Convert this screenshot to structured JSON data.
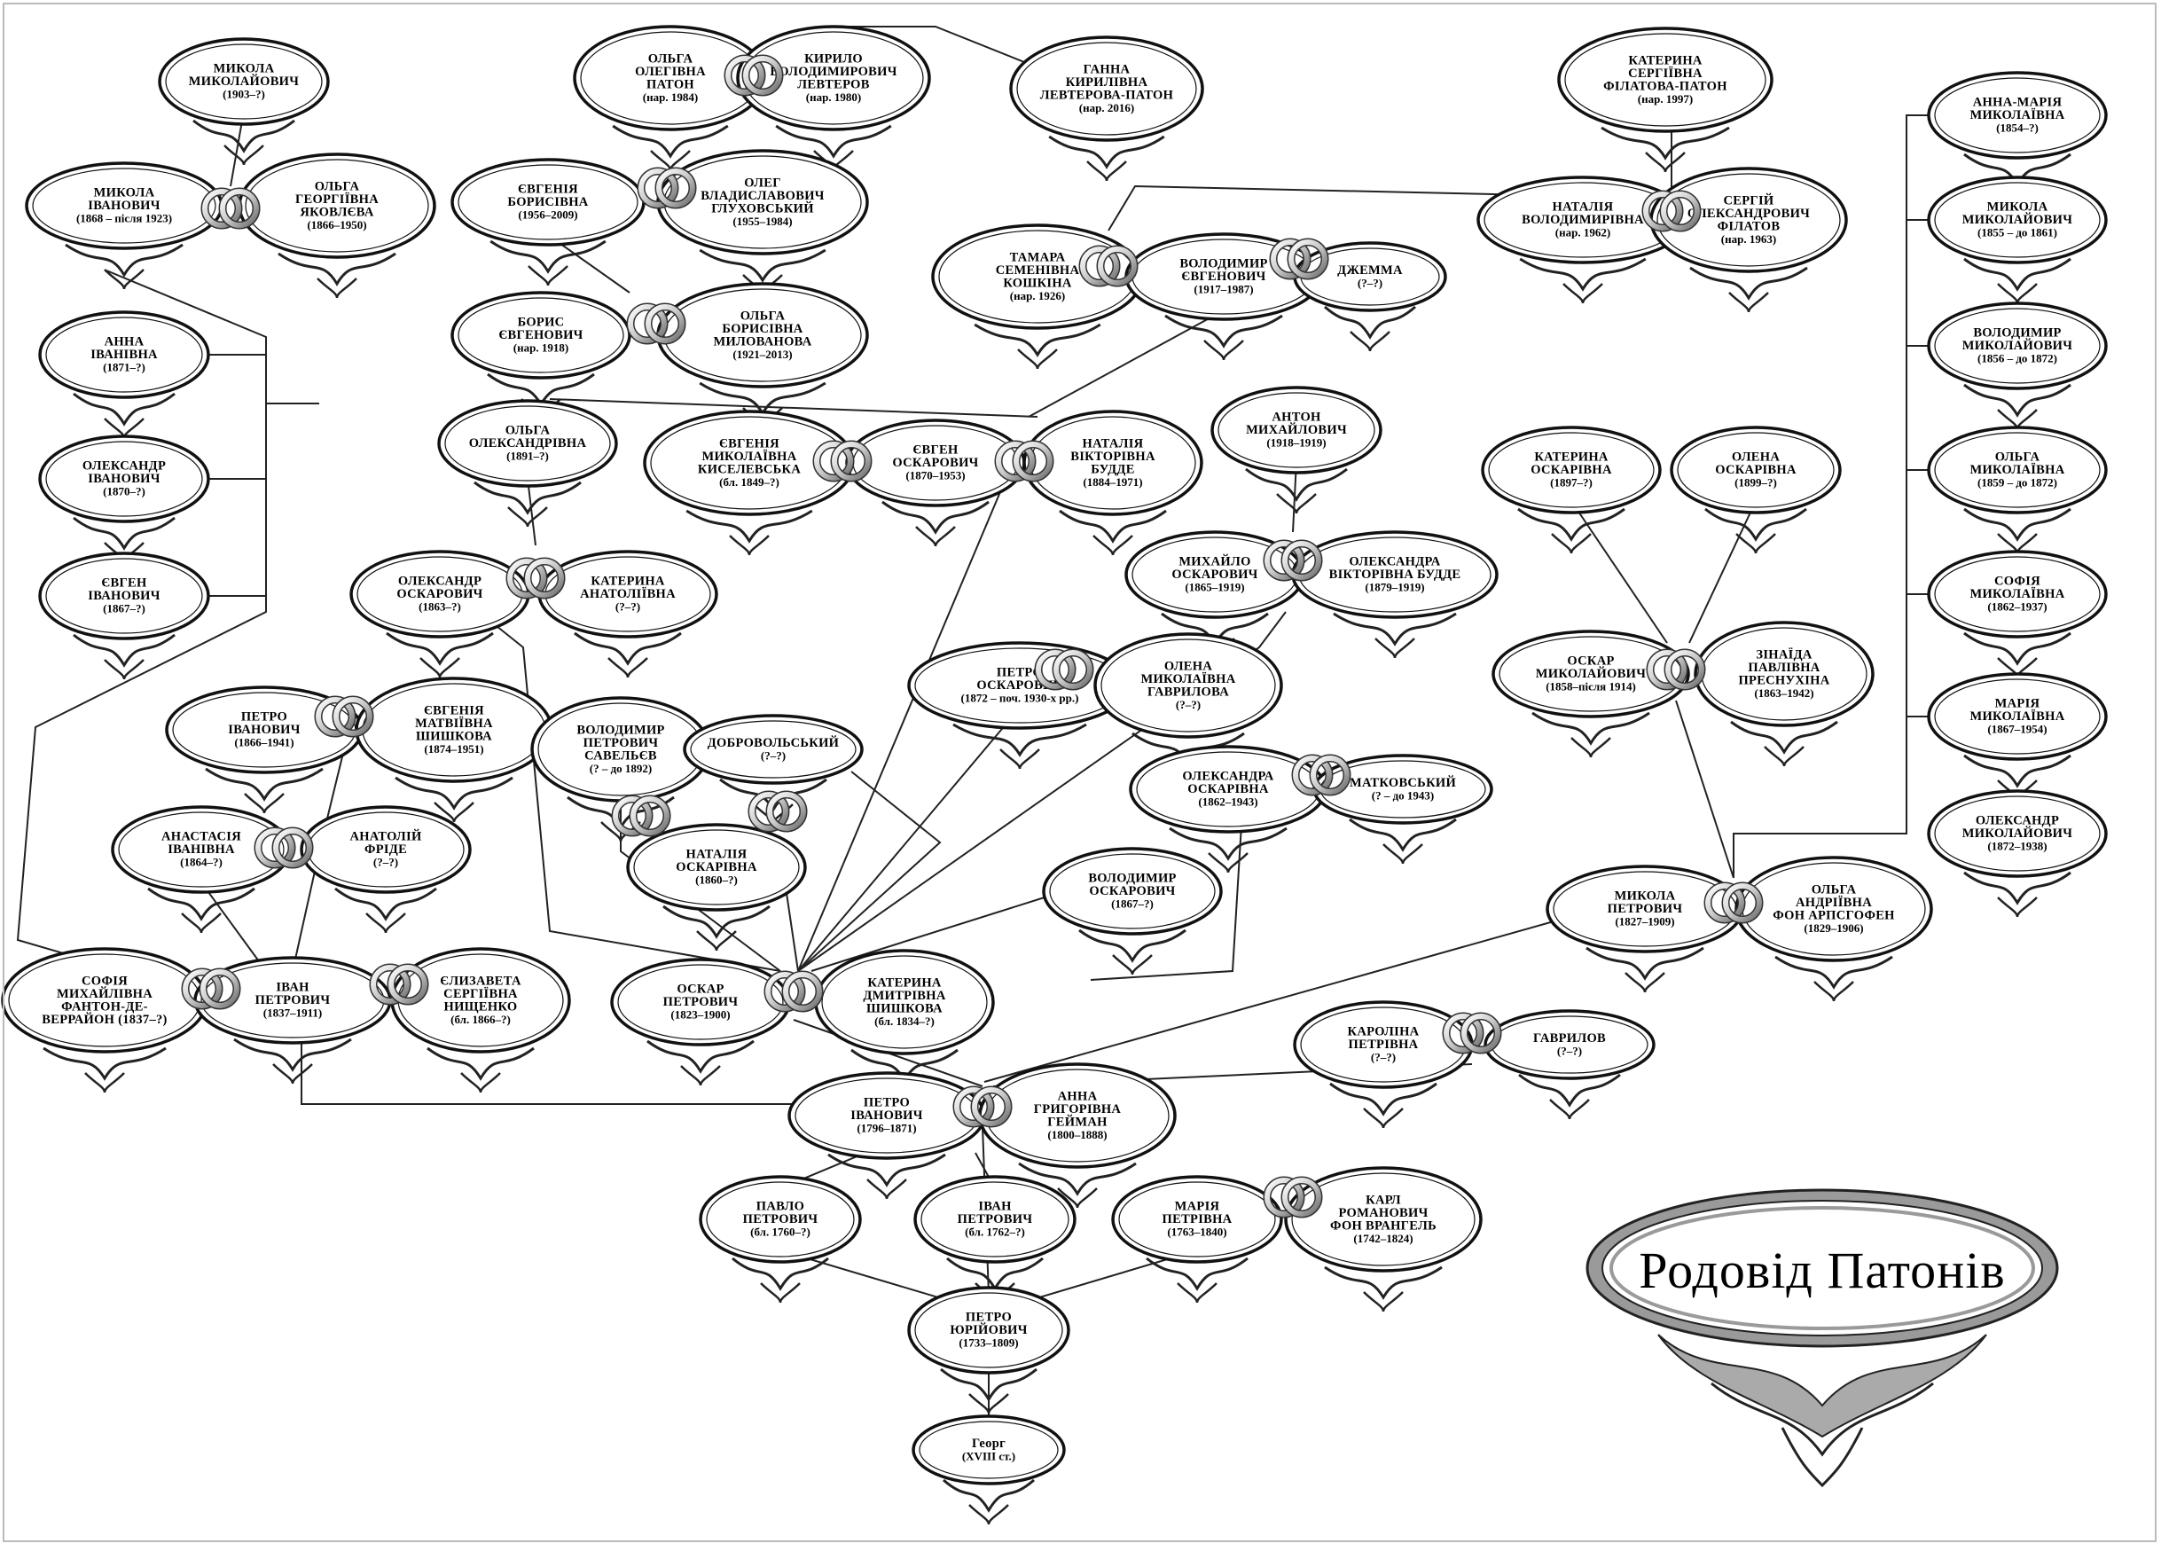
{
  "title": "Родовід Патонів",
  "people": [
    {
      "id": "p01",
      "lines": [
        "МИКОЛА",
        "МИКОЛАЙОВИЧ",
        "(1903–?)"
      ]
    },
    {
      "id": "p02",
      "lines": [
        "МИКОЛА",
        "ІВАНОВИЧ",
        "(1868 – після 1923)"
      ]
    },
    {
      "id": "p03",
      "lines": [
        "ОЛЬГА",
        "ГЕОРГІЇВНА",
        "ЯКОВЛЄВА",
        "(1866–1950)"
      ]
    },
    {
      "id": "p04",
      "lines": [
        "АННА",
        "ІВАНІВНА",
        "(1871–?)"
      ]
    },
    {
      "id": "p05",
      "lines": [
        "ОЛЕКСАНДР",
        "ІВАНОВИЧ",
        "(1870–?)"
      ]
    },
    {
      "id": "p06",
      "lines": [
        "ЄВГЕН",
        "ІВАНОВИЧ",
        "(1867–?)"
      ]
    },
    {
      "id": "p07",
      "lines": [
        "ОЛЬГА",
        "ОЛЕГІВНА",
        "ПАТОН",
        "(нар. 1984)"
      ]
    },
    {
      "id": "p08",
      "lines": [
        "КИРИЛО",
        "ВОЛОДИМИРОВИЧ",
        "ЛЕВТЕРОВ",
        "(нар. 1980)"
      ]
    },
    {
      "id": "p09",
      "lines": [
        "ГАННА",
        "КИРИЛІВНА",
        "ЛЕВТЕРОВА-ПАТОН",
        "(нар. 2016)"
      ]
    },
    {
      "id": "p10",
      "lines": [
        "ЄВГЕНІЯ",
        "БОРИСІВНА",
        "(1956–2009)"
      ]
    },
    {
      "id": "p11",
      "lines": [
        "ОЛЕГ",
        "ВЛАДИСЛАВОВИЧ",
        "ГЛУХОВСЬКИЙ",
        "(1955–1984)"
      ]
    },
    {
      "id": "p12",
      "lines": [
        "БОРИС",
        "ЄВГЕНОВИЧ",
        "(нар. 1918)"
      ]
    },
    {
      "id": "p13",
      "lines": [
        "ОЛЬГА",
        "БОРИСІВНА",
        "МИЛОВАНОВА",
        "(1921–2013)"
      ]
    },
    {
      "id": "p14",
      "lines": [
        "ТАМАРА",
        "СЕМЕНІВНА",
        "КОШКІНА",
        "(нар. 1926)"
      ]
    },
    {
      "id": "p15",
      "lines": [
        "ВОЛОДИМИР",
        "ЄВГЕНОВИЧ",
        "(1917–1987)"
      ]
    },
    {
      "id": "p16",
      "lines": [
        "ДЖЕММА",
        "(?–?)"
      ]
    },
    {
      "id": "p17",
      "lines": [
        "КАТЕРИНА",
        "СЕРГІЇВНА",
        "ФІЛАТОВА-ПАТОН",
        "(нар. 1997)"
      ]
    },
    {
      "id": "p18",
      "lines": [
        "НАТАЛІЯ",
        "ВОЛОДИМИРІВНА",
        "(нар. 1962)"
      ]
    },
    {
      "id": "p19",
      "lines": [
        "СЕРГІЙ",
        "ОЛЕКСАНДРОВИЧ",
        "ФІЛАТОВ",
        "(нар. 1963)"
      ]
    },
    {
      "id": "p20",
      "lines": [
        "АННА-МАРІЯ",
        "МИКОЛАЇВНА",
        "(1854–?)"
      ]
    },
    {
      "id": "p21",
      "lines": [
        "МИКОЛА",
        "МИКОЛАЙОВИЧ",
        "(1855 – до 1861)"
      ]
    },
    {
      "id": "p22",
      "lines": [
        "ВОЛОДИМИР",
        "МИКОЛАЙОВИЧ",
        "(1856 – до 1872)"
      ]
    },
    {
      "id": "p23",
      "lines": [
        "ОЛЬГА",
        "МИКОЛАЇВНА",
        "(1859 – до 1872)"
      ]
    },
    {
      "id": "p24",
      "lines": [
        "СОФІЯ",
        "МИКОЛАЇВНА",
        "(1862–1937)"
      ]
    },
    {
      "id": "p25",
      "lines": [
        "МАРІЯ",
        "МИКОЛАЇВНА",
        "(1867–1954)"
      ]
    },
    {
      "id": "p26",
      "lines": [
        "ОЛЕКСАНДР",
        "МИКОЛАЙОВИЧ",
        "(1872–1938)"
      ]
    },
    {
      "id": "p27",
      "lines": [
        "ОЛЬГА",
        "ОЛЕКСАНДРІВНА",
        "(1891–?)"
      ]
    },
    {
      "id": "p28",
      "lines": [
        "ЄВГЕНІЯ",
        "МИКОЛАЇВНА",
        "КИСЕЛЕВСЬКА",
        "(бл. 1849–?)"
      ]
    },
    {
      "id": "p29",
      "lines": [
        "ЄВГЕН",
        "ОСКАРОВИЧ",
        "(1870–1953)"
      ]
    },
    {
      "id": "p30",
      "lines": [
        "НАТАЛІЯ",
        "ВІКТОРІВНА",
        "БУДДЕ",
        "(1884–1971)"
      ]
    },
    {
      "id": "p31",
      "lines": [
        "АНТОН",
        "МИХАЙЛОВИЧ",
        "(1918–1919)"
      ]
    },
    {
      "id": "p32",
      "lines": [
        "КАТЕРИНА",
        "ОСКАРІВНА",
        "(1897–?)"
      ]
    },
    {
      "id": "p33",
      "lines": [
        "ОЛЕНА",
        "ОСКАРІВНА",
        "(1899–?)"
      ]
    },
    {
      "id": "p34",
      "lines": [
        "ОЛЕКСАНДР",
        "ОСКАРОВИЧ",
        "(1863–?)"
      ]
    },
    {
      "id": "p35",
      "lines": [
        "КАТЕРИНА",
        "АНАТОЛІЇВНА",
        "(?–?)"
      ]
    },
    {
      "id": "p36",
      "lines": [
        "МИХАЙЛО",
        "ОСКАРОВИЧ",
        "(1865–1919)"
      ]
    },
    {
      "id": "p37",
      "lines": [
        "ОЛЕКСАНДРА",
        "ВІКТОРІВНА БУДДЕ",
        "(1879–1919)"
      ]
    },
    {
      "id": "p38",
      "lines": [
        "ПЕТРО",
        "ОСКАРОВИЧ",
        "(1872 – поч. 1930-х рр.)"
      ]
    },
    {
      "id": "p39",
      "lines": [
        "ОЛЕНА",
        "МИКОЛАЇВНА",
        "ГАВРИЛОВА",
        "(?–?)"
      ]
    },
    {
      "id": "p40",
      "lines": [
        "ОСКАР",
        "МИКОЛАЙОВИЧ",
        "(1858–після 1914)"
      ]
    },
    {
      "id": "p41",
      "lines": [
        "ЗІНАЇДА",
        "ПАВЛІВНА",
        "ПРЕСНУХІНА",
        "(1863–1942)"
      ]
    },
    {
      "id": "p42",
      "lines": [
        "ПЕТРО",
        "ІВАНОВИЧ",
        "(1866–1941)"
      ]
    },
    {
      "id": "p43",
      "lines": [
        "ЄВГЕНІЯ",
        "МАТВІЇВНА",
        "ШИШКОВА",
        "(1874–1951)"
      ]
    },
    {
      "id": "p44",
      "lines": [
        "ВОЛОДИМИР",
        "ПЕТРОВИЧ",
        "САВЕЛЬЄВ",
        "(? – до 1892)"
      ]
    },
    {
      "id": "p45",
      "lines": [
        "ДОБРОВОЛЬСЬКИЙ",
        "(?–?)"
      ]
    },
    {
      "id": "p46",
      "lines": [
        "НАТАЛІЯ",
        "ОСКАРІВНА",
        "(1860–?)"
      ]
    },
    {
      "id": "p47",
      "lines": [
        "ОЛЕКСАНДРА",
        "ОСКАРІВНА",
        "(1862–1943)"
      ]
    },
    {
      "id": "p48",
      "lines": [
        "МАТКОВСЬКИЙ",
        "(? – до 1943)"
      ]
    },
    {
      "id": "p49",
      "lines": [
        "АНАСТАСІЯ",
        "ІВАНІВНА",
        "(1864–?)"
      ]
    },
    {
      "id": "p50",
      "lines": [
        "АНАТОЛІЙ",
        "ФРІДЕ",
        "(?–?)"
      ]
    },
    {
      "id": "p51",
      "lines": [
        "ВОЛОДИМИР",
        "ОСКАРОВИЧ",
        "(1867–?)"
      ]
    },
    {
      "id": "p52",
      "lines": [
        "МИКОЛА",
        "ПЕТРОВИЧ",
        "(1827–1909)"
      ]
    },
    {
      "id": "p53",
      "lines": [
        "ОЛЬГА",
        "АНДРІЇВНА",
        "ФОН АРПСГОФЕН",
        "(1829–1906)"
      ]
    },
    {
      "id": "p54",
      "lines": [
        "СОФІЯ",
        "МИХАЙЛІВНА",
        "ФАНТОН-ДЕ-",
        "ВЕРРАЙОН (1837–?)"
      ]
    },
    {
      "id": "p55",
      "lines": [
        "ІВАН",
        "ПЕТРОВИЧ",
        "(1837–1911)"
      ]
    },
    {
      "id": "p56",
      "lines": [
        "ЄЛИЗАВЕТА",
        "СЕРГІЇВНА",
        "НИЩЕНКО",
        "(бл. 1866–?)"
      ]
    },
    {
      "id": "p57",
      "lines": [
        "ОСКАР",
        "ПЕТРОВИЧ",
        "(1823–1900)"
      ]
    },
    {
      "id": "p58",
      "lines": [
        "КАТЕРИНА",
        "ДМИТРІВНА",
        "ШИШКОВА",
        "(бл. 1834–?)"
      ]
    },
    {
      "id": "p59",
      "lines": [
        "КАРОЛІНА",
        "ПЕТРІВНА",
        "(?–?)"
      ]
    },
    {
      "id": "p60",
      "lines": [
        "ГАВРИЛОВ",
        "(?–?)"
      ]
    },
    {
      "id": "p61",
      "lines": [
        "ПЕТРО",
        "ІВАНОВИЧ",
        "(1796–1871)"
      ]
    },
    {
      "id": "p62",
      "lines": [
        "АННА",
        "ГРИГОРІВНА",
        "ГЕЙМАН",
        "(1800–1888)"
      ]
    },
    {
      "id": "p63",
      "lines": [
        "ПАВЛО",
        "ПЕТРОВИЧ",
        "(бл. 1760–?)"
      ]
    },
    {
      "id": "p64",
      "lines": [
        "ІВАН",
        "ПЕТРОВИЧ",
        "(бл. 1762–?)"
      ]
    },
    {
      "id": "p65",
      "lines": [
        "МАРІЯ",
        "ПЕТРІВНА",
        "(1763–1840)"
      ]
    },
    {
      "id": "p66",
      "lines": [
        "КАРЛ",
        "РОМАНОВИЧ",
        "ФОН ВРАНГЕЛЬ",
        "(1742–1824)"
      ]
    },
    {
      "id": "p67",
      "lines": [
        "ПЕТРО",
        "ЮРІЙОВИЧ",
        "(1733–1809)"
      ]
    },
    {
      "id": "p68",
      "lines": [
        "Георг",
        "(XVIII ст.)"
      ]
    }
  ],
  "marriages": [
    [
      "p02",
      "p03"
    ],
    [
      "p07",
      "p08"
    ],
    [
      "p10",
      "p11"
    ],
    [
      "p12",
      "p13"
    ],
    [
      "p14",
      "p15"
    ],
    [
      "p15",
      "p16"
    ],
    [
      "p18",
      "p19"
    ],
    [
      "p28",
      "p29"
    ],
    [
      "p29",
      "p30"
    ],
    [
      "p34",
      "p35"
    ],
    [
      "p36",
      "p37"
    ],
    [
      "p38",
      "p39"
    ],
    [
      "p40",
      "p41"
    ],
    [
      "p42",
      "p43"
    ],
    [
      "p44",
      "p46"
    ],
    [
      "p45",
      "p46"
    ],
    [
      "p47",
      "p48"
    ],
    [
      "p49",
      "p50"
    ],
    [
      "p52",
      "p53"
    ],
    [
      "p54",
      "p55"
    ],
    [
      "p55",
      "p56"
    ],
    [
      "p57",
      "p58"
    ],
    [
      "p59",
      "p60"
    ],
    [
      "p61",
      "p62"
    ],
    [
      "p65",
      "p66"
    ]
  ]
}
